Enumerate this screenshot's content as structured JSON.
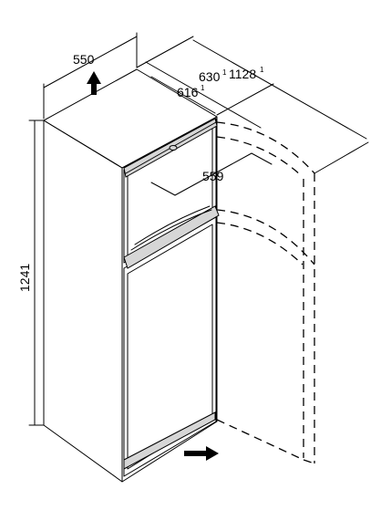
{
  "dimensions": {
    "width_top": "550",
    "depth_with_door": "630",
    "depth_body": "616",
    "depth_door_open": "1128",
    "inner_width": "559",
    "height": "1241"
  },
  "footnote_marks": {
    "depth_with_door": "1",
    "depth_body": "1",
    "depth_door_open": "1"
  },
  "colors": {
    "line": "#000000",
    "handle_fill": "#d6d6d6",
    "background": "#ffffff"
  },
  "icons": {
    "top_arrow": "arrow-up-icon",
    "bottom_arrow": "arrow-right-icon"
  }
}
